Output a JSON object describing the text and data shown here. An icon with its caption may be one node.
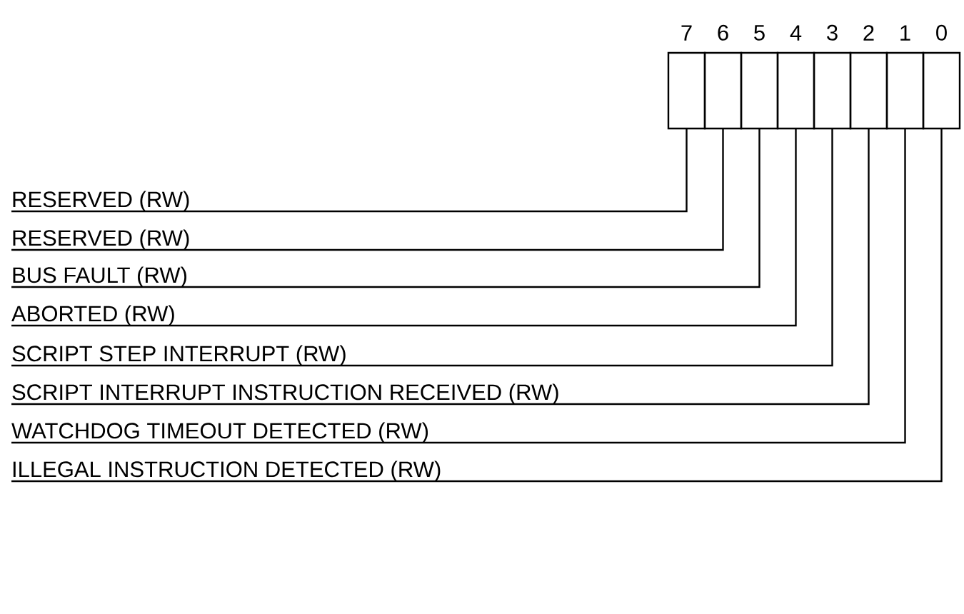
{
  "diagram": {
    "nodes": [
      {
        "text": [
          "7"
        ]
      },
      {
        "text": [
          "6"
        ]
      },
      {
        "text": [
          "5"
        ]
      },
      {
        "text": [
          "4"
        ]
      },
      {
        "text": [
          "3"
        ]
      },
      {
        "text": [
          "2"
        ]
      },
      {
        "text": [
          "1"
        ]
      },
      {
        "text": [
          "0"
        ]
      },
      {
        "text": [
          "RESERVED (RW)"
        ]
      },
      {
        "text": [
          "RESERVED (RW)"
        ]
      },
      {
        "text": [
          "BUS FAULT (RW)"
        ]
      },
      {
        "text": [
          "ABORTED (RW)"
        ]
      },
      {
        "text": [
          "SCRIPT STEP INTERRUPT (RW)"
        ]
      },
      {
        "text": [
          "SCRIPT INTERRUPT INSTRUCTION RECEIVED (RW)"
        ]
      },
      {
        "text": [
          "WATCHDOG TIMEOUT DETECTED (RW)"
        ]
      },
      {
        "text": [
          "ILLEGAL INSTRUCTION DETECTED (RW)"
        ]
      }
    ],
    "edges": [
      {
        "from": 8,
        "to": 0,
        "arrow": "none"
      },
      {
        "from": 9,
        "to": 1,
        "arrow": "none"
      },
      {
        "from": 10,
        "to": 2,
        "arrow": "none"
      },
      {
        "from": 11,
        "to": 3,
        "arrow": "none"
      },
      {
        "from": 12,
        "to": 4,
        "arrow": "none"
      },
      {
        "from": 13,
        "to": 5,
        "arrow": "none"
      },
      {
        "from": 14,
        "to": 6,
        "arrow": "none"
      },
      {
        "from": 15,
        "to": 7,
        "arrow": "none"
      }
    ]
  }
}
